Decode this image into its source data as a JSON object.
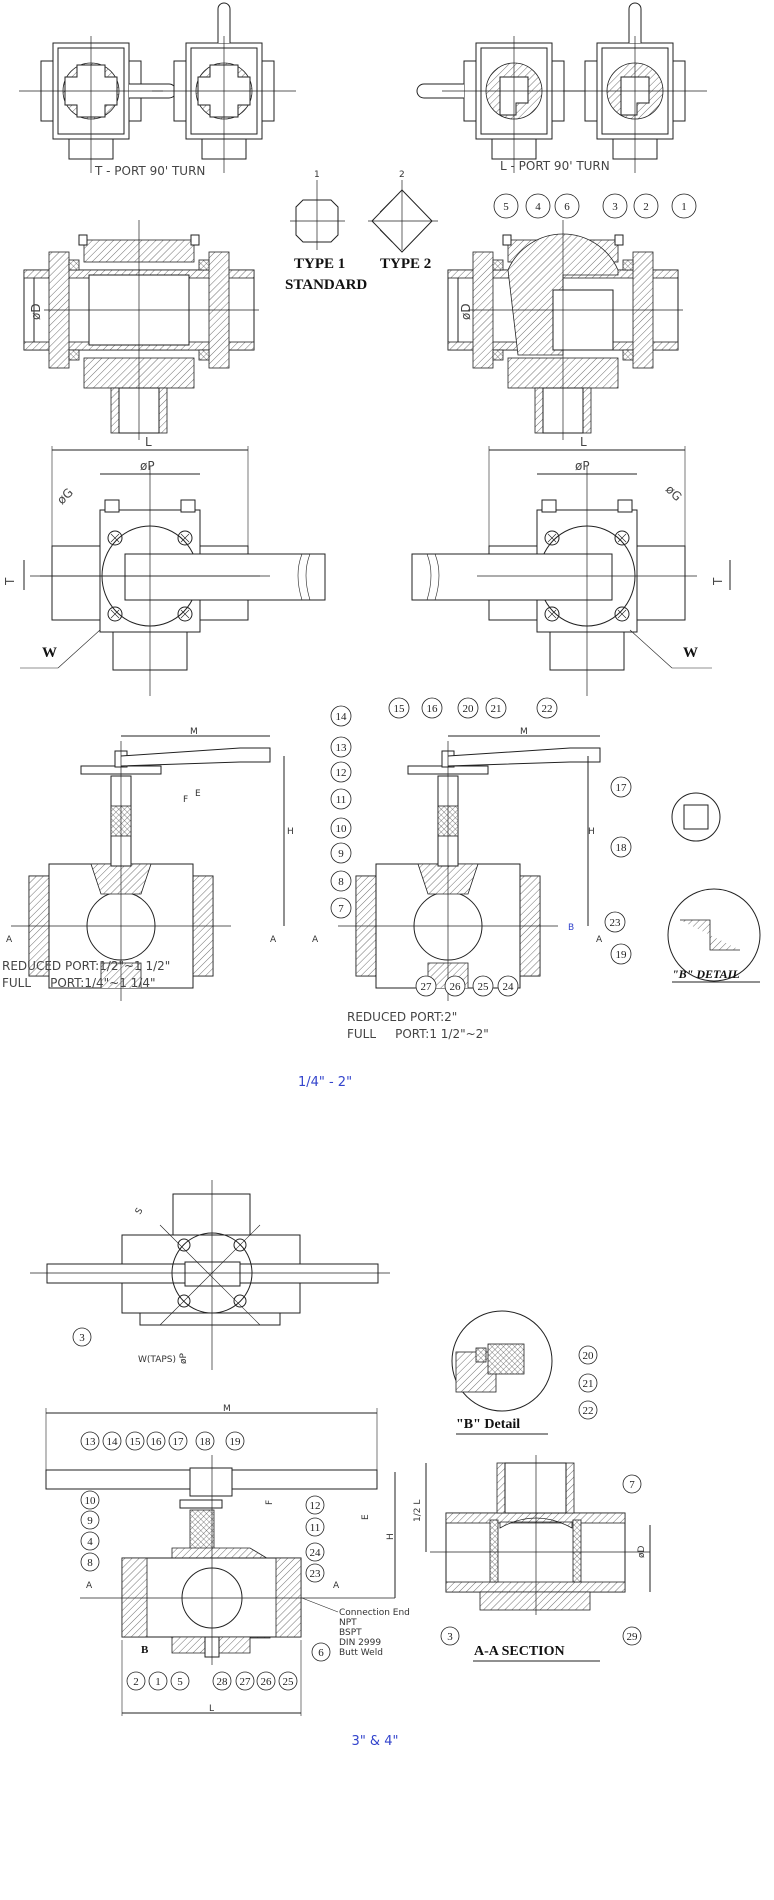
{
  "small_valve": {
    "t_port_label": "T - PORT 90' TURN",
    "l_port_label": "L - PORT 90' TURN",
    "type1_number": "1",
    "type2_number": "2",
    "type1_label": "TYPE 1",
    "type1_sublabel": "STANDARD",
    "type2_label": "TYPE 2",
    "dim_D": "øD",
    "dim_L": "L",
    "dim_P": "øP",
    "dim_G": "øG",
    "dim_T": "T",
    "dim_W": "W",
    "dim_M": "M",
    "dim_H": "H",
    "dim_E": "E",
    "dim_F": "F",
    "section_A": "A",
    "detail_B_marker": "B",
    "detail_B_label": "\"B\" DETAIL",
    "left_reduced_port": "REDUCED PORT:1/2\"~1 1/2\"",
    "left_full_port": "FULL     PORT:1/4\"~1 1/4\"",
    "right_reduced_port": "REDUCED PORT:2\"",
    "right_full_port": "FULL     PORT:1 1/2\"~2\"",
    "section_balloons": [
      "5",
      "4",
      "6",
      "3",
      "2",
      "1"
    ],
    "front_balloons": [
      "14",
      "13",
      "12",
      "11",
      "10",
      "9",
      "8",
      "7",
      "15",
      "16",
      "20",
      "21",
      "22",
      "17",
      "18",
      "23",
      "19",
      "27",
      "26",
      "25",
      "24"
    ],
    "caption": "1/4\" - 2\""
  },
  "large_valve": {
    "top_balloon": "3",
    "taps_label": "W(TAPS)",
    "dim_S": "S",
    "dim_P": "øP",
    "dim_M": "M",
    "dim_L": "L",
    "dim_H": "H",
    "dim_E": "E",
    "dim_F": "F",
    "dim_half_L": "1/2 L",
    "dim_D": "øD",
    "section_A": "A",
    "detail_B_marker": "B",
    "detail_B_label": "\"B\" Detail",
    "detail_balloons": [
      "20",
      "21",
      "22"
    ],
    "front_balloons": [
      "13",
      "14",
      "15",
      "16",
      "17",
      "18",
      "19",
      "10",
      "9",
      "4",
      "8",
      "12",
      "11",
      "24",
      "23",
      "6",
      "2",
      "1",
      "5",
      "28",
      "27",
      "26",
      "25"
    ],
    "aa_balloons": [
      "7",
      "3",
      "29"
    ],
    "aa_section_label": "A-A SECTION",
    "connection_end": [
      "Connection End",
      "NPT",
      "BSPT",
      "DIN 2999",
      "Butt Weld"
    ],
    "caption": "3\" & 4\""
  },
  "colors": {
    "caption": "#3344cc",
    "line": "#222222"
  }
}
